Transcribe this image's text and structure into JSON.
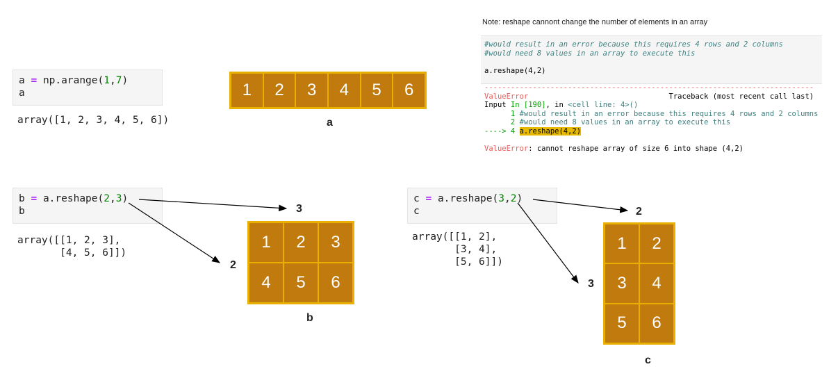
{
  "cell_a": {
    "line1_var": "a",
    "line1_eq": "=",
    "line1_fn": "np.arange(",
    "line1_n1": "1",
    "line1_comma": ",",
    "line1_n2": "7",
    "line1_close": ")",
    "line2": "a",
    "output": "array([1, 2, 3, 4, 5, 6])"
  },
  "array_a": {
    "values": [
      "1",
      "2",
      "3",
      "4",
      "5",
      "6"
    ],
    "caption": "a"
  },
  "note": "Note: reshape cannont change the number of elements in an array",
  "error_panel": {
    "comment1": "#would result in an error because this requires 4 rows and 2 columns",
    "comment2": "#would need 8 values in an array to execute this",
    "code": "a.reshape(4,2)",
    "divider": "---------------------------------------------------------------------------",
    "err_name": "ValueError",
    "traceback": "Traceback (most recent call last)",
    "input_prefix": "Input ",
    "input_in": "In [190]",
    "input_mid": ", in ",
    "input_cell": "<cell line: 4>()",
    "tb1_num": "      1",
    "tb1_text": " #would result in an error because this requires 4 rows and 2 columns",
    "tb2_num": "      2",
    "tb2_text": " #would need 8 values in an array to execute this",
    "tb3_arrow": "----> 4 ",
    "tb3_code": "a.reshape(4,2)",
    "final_name": "ValueError",
    "final_msg": ": cannot reshape array of size 6 into shape (4,2)"
  },
  "cell_b": {
    "line1_var": "b",
    "line1_eq": "=",
    "line1_fn": "a.reshape(",
    "line1_n1": "2",
    "line1_comma": ",",
    "line1_n2": "3",
    "line1_close": ")",
    "line2": "b",
    "output_line1": "array([[1, 2, 3],",
    "output_line2": "       [4, 5, 6]])"
  },
  "array_b": {
    "rows": [
      [
        "1",
        "2",
        "3"
      ],
      [
        "4",
        "5",
        "6"
      ]
    ],
    "caption": "b",
    "cols_label": "3",
    "rows_label": "2"
  },
  "cell_c": {
    "line1_var": "c",
    "line1_eq": "=",
    "line1_fn": "a.reshape(",
    "line1_n1": "3",
    "line1_comma": ",",
    "line1_n2": "2",
    "line1_close": ")",
    "line2": "c",
    "output_line1": "array([[1, 2],",
    "output_line2": "       [3, 4],",
    "output_line3": "       [5, 6]])"
  },
  "array_c": {
    "rows": [
      [
        "1",
        "2"
      ],
      [
        "3",
        "4"
      ],
      [
        "5",
        "6"
      ]
    ],
    "caption": "c",
    "cols_label": "2",
    "rows_label": "3"
  },
  "colors": {
    "cell_fill": "#c07a0e",
    "cell_border": "#e8b000"
  }
}
